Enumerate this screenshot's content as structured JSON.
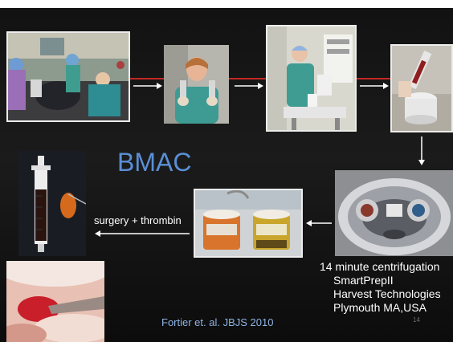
{
  "slide": {
    "title": "BMAC",
    "surgery_label": "surgery + thrombin",
    "centrifugation": {
      "duration": "14 minute centrifugation",
      "device": "SmartPrepII",
      "manufacturer": "Harvest Technologies",
      "location": "Plymouth MA,USA"
    },
    "citation": "Fortier et. al. JBJS 2010",
    "slide_number": "14"
  },
  "colors": {
    "background": "#151515",
    "title": "#5a8fd6",
    "citation": "#8fb4e4",
    "accent_line": "#c22a26",
    "text": "#ffffff"
  },
  "images": [
    {
      "name": "photo-bone-marrow-harvest",
      "depicts": "bone marrow aspiration in surgery"
    },
    {
      "name": "photo-surgeon-with-syringes",
      "depicts": "surgeon holding aspirate syringes"
    },
    {
      "name": "photo-processing-station",
      "depicts": "technician at processing device"
    },
    {
      "name": "photo-syringe-transfer",
      "depicts": "aspirate syringe into container"
    },
    {
      "name": "photo-centrifuge",
      "depicts": "centrifuge with loaded cups"
    },
    {
      "name": "photo-processed-cups",
      "depicts": "labelled processed BMAC cups"
    },
    {
      "name": "photo-final-syringe",
      "depicts": "final concentrate in syringe"
    },
    {
      "name": "photo-arthroscopy",
      "depicts": "arthroscopic injection view"
    }
  ]
}
